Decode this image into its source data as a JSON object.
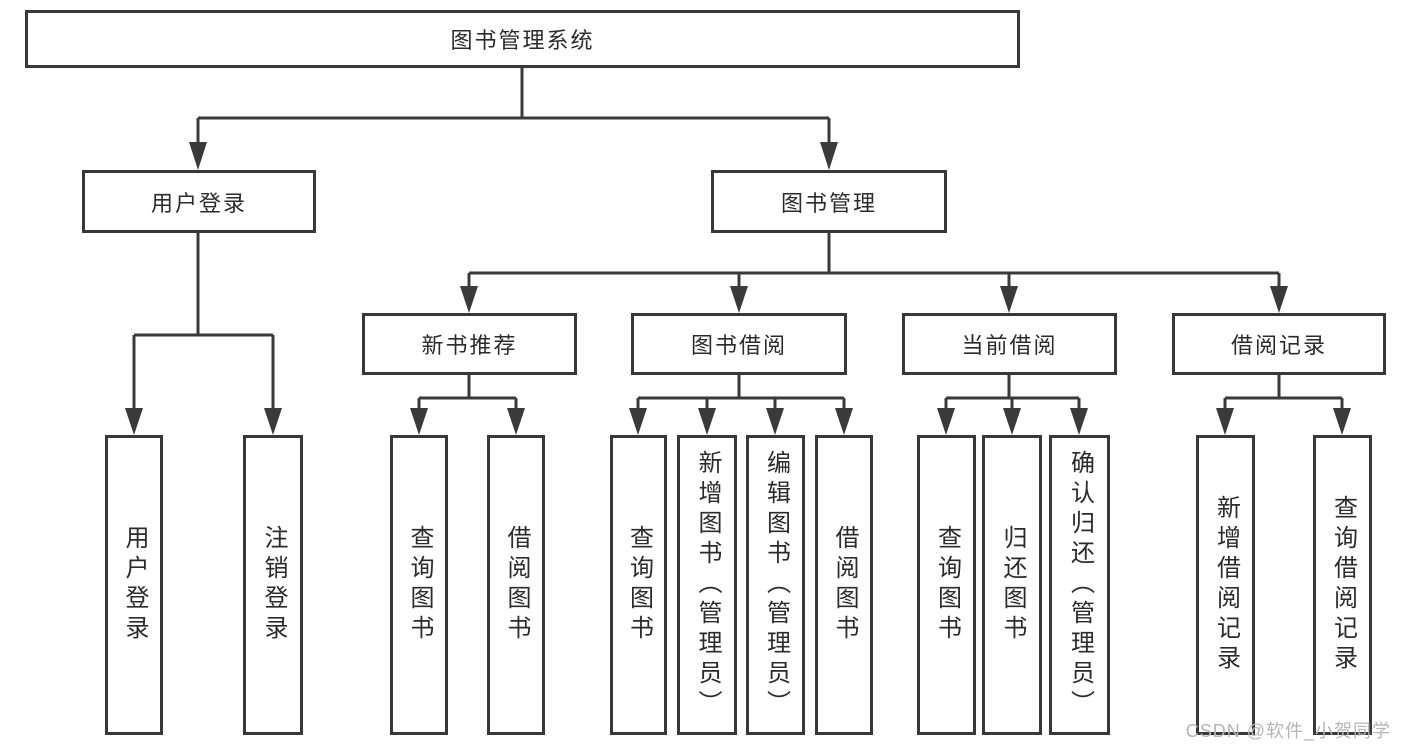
{
  "diagram": {
    "type": "hierarchy-tree",
    "colors": {
      "line": "#3a3a3a",
      "box_border": "#383838",
      "text": "#2b2b2b",
      "background": "#ffffff",
      "watermark": "#b5b5b5"
    },
    "tree": {
      "label": "图书管理系统",
      "children": [
        {
          "label": "用户登录",
          "children": [
            {
              "label": "用户登录"
            },
            {
              "label": "注销登录"
            }
          ]
        },
        {
          "label": "图书管理",
          "children": [
            {
              "label": "新书推荐",
              "children": [
                {
                  "label": "查询图书"
                },
                {
                  "label": "借阅图书"
                }
              ]
            },
            {
              "label": "图书借阅",
              "children": [
                {
                  "label": "查询图书"
                },
                {
                  "label": "新增图书（管理员）"
                },
                {
                  "label": "编辑图书（管理员）"
                },
                {
                  "label": "借阅图书"
                }
              ]
            },
            {
              "label": "当前借阅",
              "children": [
                {
                  "label": "查询图书"
                },
                {
                  "label": "归还图书"
                },
                {
                  "label": "确认归还（管理员）"
                }
              ]
            },
            {
              "label": "借阅记录",
              "children": [
                {
                  "label": "新增借阅记录"
                },
                {
                  "label": "查询借阅记录"
                }
              ]
            }
          ]
        }
      ]
    },
    "watermark": {
      "text": "CSDN @软件_小贺同学"
    }
  }
}
